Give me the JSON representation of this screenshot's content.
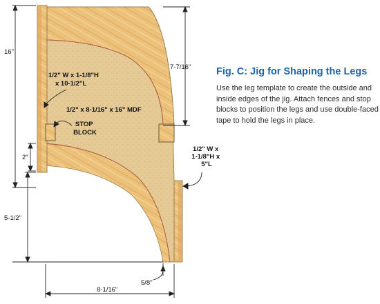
{
  "caption": {
    "title": "Fig. C: Jig for Shaping the Legs",
    "body": "Use the leg template to create the outside and inside edges of the jig. Attach fences and stop blocks to position the legs and use double-faced tape to hold the legs in place."
  },
  "labels": {
    "fence_top": [
      "1/2\" W x 1-1/8\"H",
      "x 10-1/2\"L"
    ],
    "mdf": "1/2\" x 8-1/16\" x 16\" MDF",
    "stop_block": [
      "STOP",
      "BLOCK"
    ],
    "fence_right": [
      "1/2\" W x",
      "1-1/8\"H x",
      "5\"L"
    ]
  },
  "dimensions": {
    "overall_height": "16\"",
    "upper_right": "7-7/16\"",
    "stop_offset": "2\"",
    "lower_left": "5-1/2\"",
    "width": "8-1/16\"",
    "tip": "5/8\""
  },
  "colors": {
    "wood": "#ecc17a",
    "mdf": "#e5c994",
    "caption_title": "#1f63a8"
  }
}
